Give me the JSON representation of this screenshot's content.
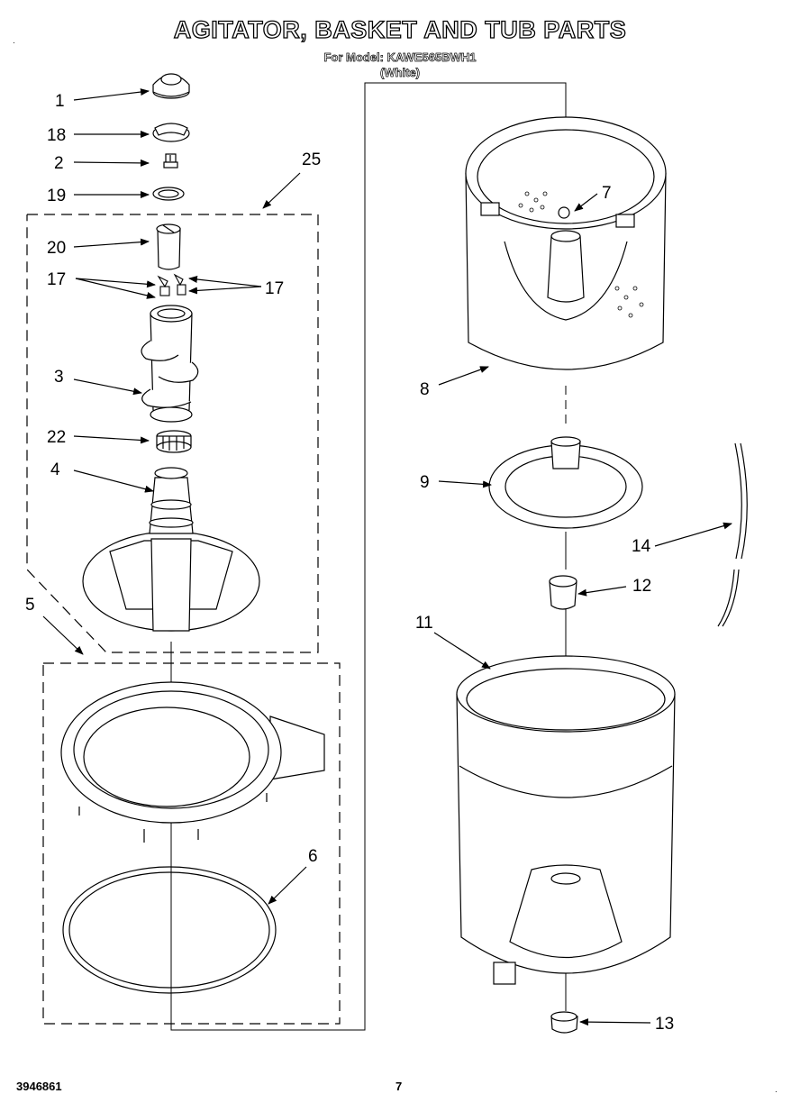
{
  "header": {
    "title": "AGITATOR, BASKET AND TUB PARTS",
    "model_line": "For Model: KAWE565BWH1",
    "color_line": "(White)"
  },
  "callouts": [
    "1",
    "18",
    "2",
    "19",
    "25",
    "20",
    "17",
    "17",
    "3",
    "22",
    "4",
    "5",
    "6",
    "7",
    "8",
    "9",
    "12",
    "14",
    "11",
    "13"
  ],
  "footer": {
    "part_number": "3946861",
    "page_number": "7"
  },
  "marks": {
    "top_left": "·",
    "bottom_right": "·"
  }
}
